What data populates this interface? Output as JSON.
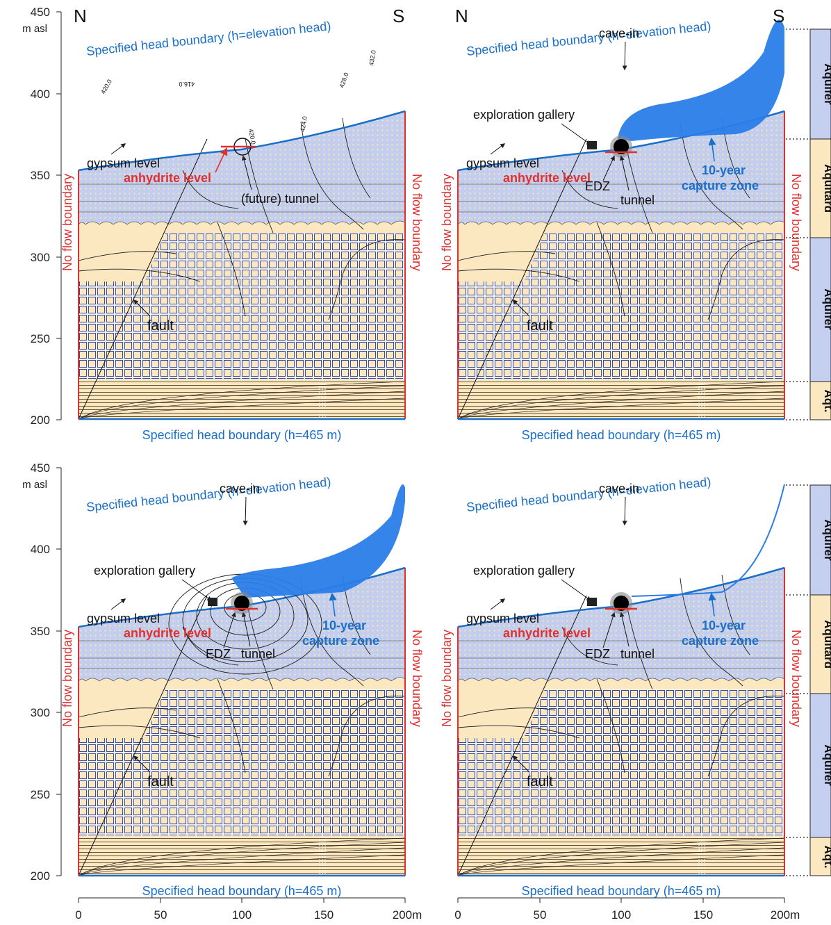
{
  "figure": {
    "y_axis": {
      "unit": "m asl",
      "ticks": [
        "450",
        "400",
        "350",
        "300",
        "250",
        "200"
      ]
    },
    "x_axis": {
      "ticks": [
        "0",
        "50",
        "100",
        "150",
        "200m"
      ]
    },
    "north_label": "N",
    "south_label": "S",
    "boundaries": {
      "top": "Specified head boundary (h=elevation head)",
      "bottom": "Specified head boundary (h=465 m)",
      "side": "No flow boundary"
    },
    "labels": {
      "gypsum": "gypsum level",
      "anhydrite": "anhydrite level",
      "future_tunnel": "(future) tunnel",
      "tunnel": "tunnel",
      "fault": "fault",
      "cave_in": "cave-in",
      "gallery": "exploration gallery",
      "edz": "EDZ",
      "capture_1": "10-year",
      "capture_2": "capture zone"
    },
    "contours": [
      "416.0",
      "420.0",
      "424.0",
      "428.0",
      "432.0"
    ],
    "layer_legend": [
      "Aquifer",
      "Aquitard",
      "Aquifer",
      "Aqt."
    ],
    "colors": {
      "aquifer": "#c5cff0",
      "aquitard": "#fbe7c0",
      "boundary_blue": "#1a6fc9",
      "boundary_red": "#e03030",
      "capture_blue": "#2a7de8",
      "contour": "#1a1a1a"
    }
  }
}
